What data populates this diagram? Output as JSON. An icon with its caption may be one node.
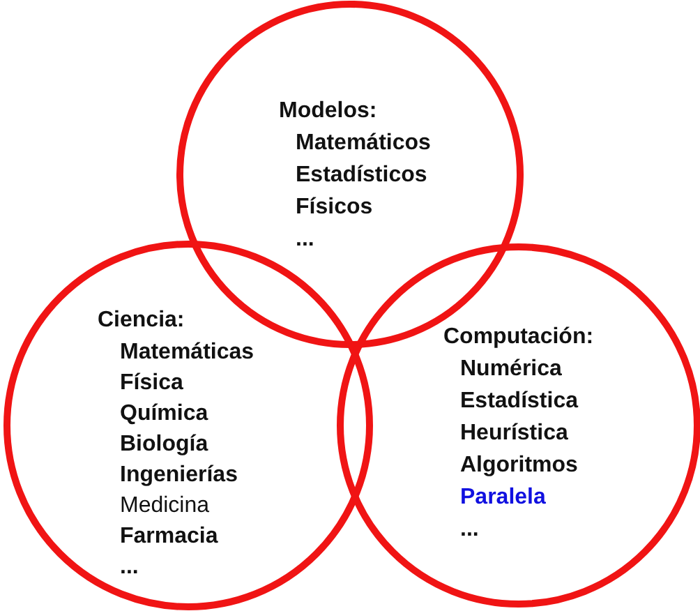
{
  "diagram": {
    "nodes": [
      {
        "text": [
          "Modelos:",
          "Matemáticos",
          "Estadísticos",
          "Físicos",
          "..."
        ]
      },
      {
        "text": [
          "Ciencia:",
          "Matemáticas",
          "Física",
          "Química",
          "Biología",
          "Ingenierías",
          "Medicina",
          "Farmacia",
          "..."
        ]
      },
      {
        "text": [
          "Computación:",
          "Numérica",
          "Estadística",
          "Heurística",
          "Algoritmos",
          "Paralela",
          "..."
        ]
      }
    ],
    "edges": []
  }
}
